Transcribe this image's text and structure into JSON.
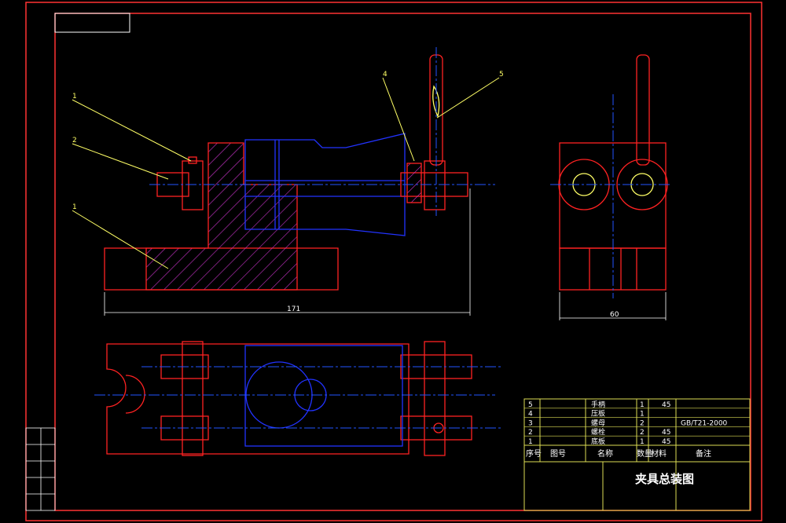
{
  "title_block": {
    "drawing_title": "夹具总装图",
    "bom_header": {
      "seq": "序号",
      "drawing_no": "图号",
      "name": "名称",
      "qty": "数量",
      "material": "材料",
      "remark": "备注"
    },
    "bom_rows": [
      {
        "seq": "5",
        "name": "手柄",
        "qty": "1",
        "material": "45",
        "remark": ""
      },
      {
        "seq": "4",
        "name": "压板",
        "qty": "1",
        "material": "",
        "remark": ""
      },
      {
        "seq": "3",
        "name": "螺母",
        "qty": "2",
        "material": "",
        "remark": "GB/T21-2000"
      },
      {
        "seq": "2",
        "name": "螺栓",
        "qty": "2",
        "material": "45",
        "remark": ""
      },
      {
        "seq": "1",
        "name": "底板",
        "qty": "1",
        "material": "45",
        "remark": ""
      }
    ]
  },
  "callouts": [
    "1",
    "2",
    "1",
    "4",
    "5"
  ],
  "dimensions": {
    "front_length": "171",
    "side_width": "60"
  },
  "colors": {
    "border": "#ff3333",
    "part": "#ff2222",
    "hatch": "#cc33cc",
    "centerline": "#2255ff",
    "leader": "#ffff66",
    "table": "#dddd55",
    "text": "#ffffff"
  }
}
